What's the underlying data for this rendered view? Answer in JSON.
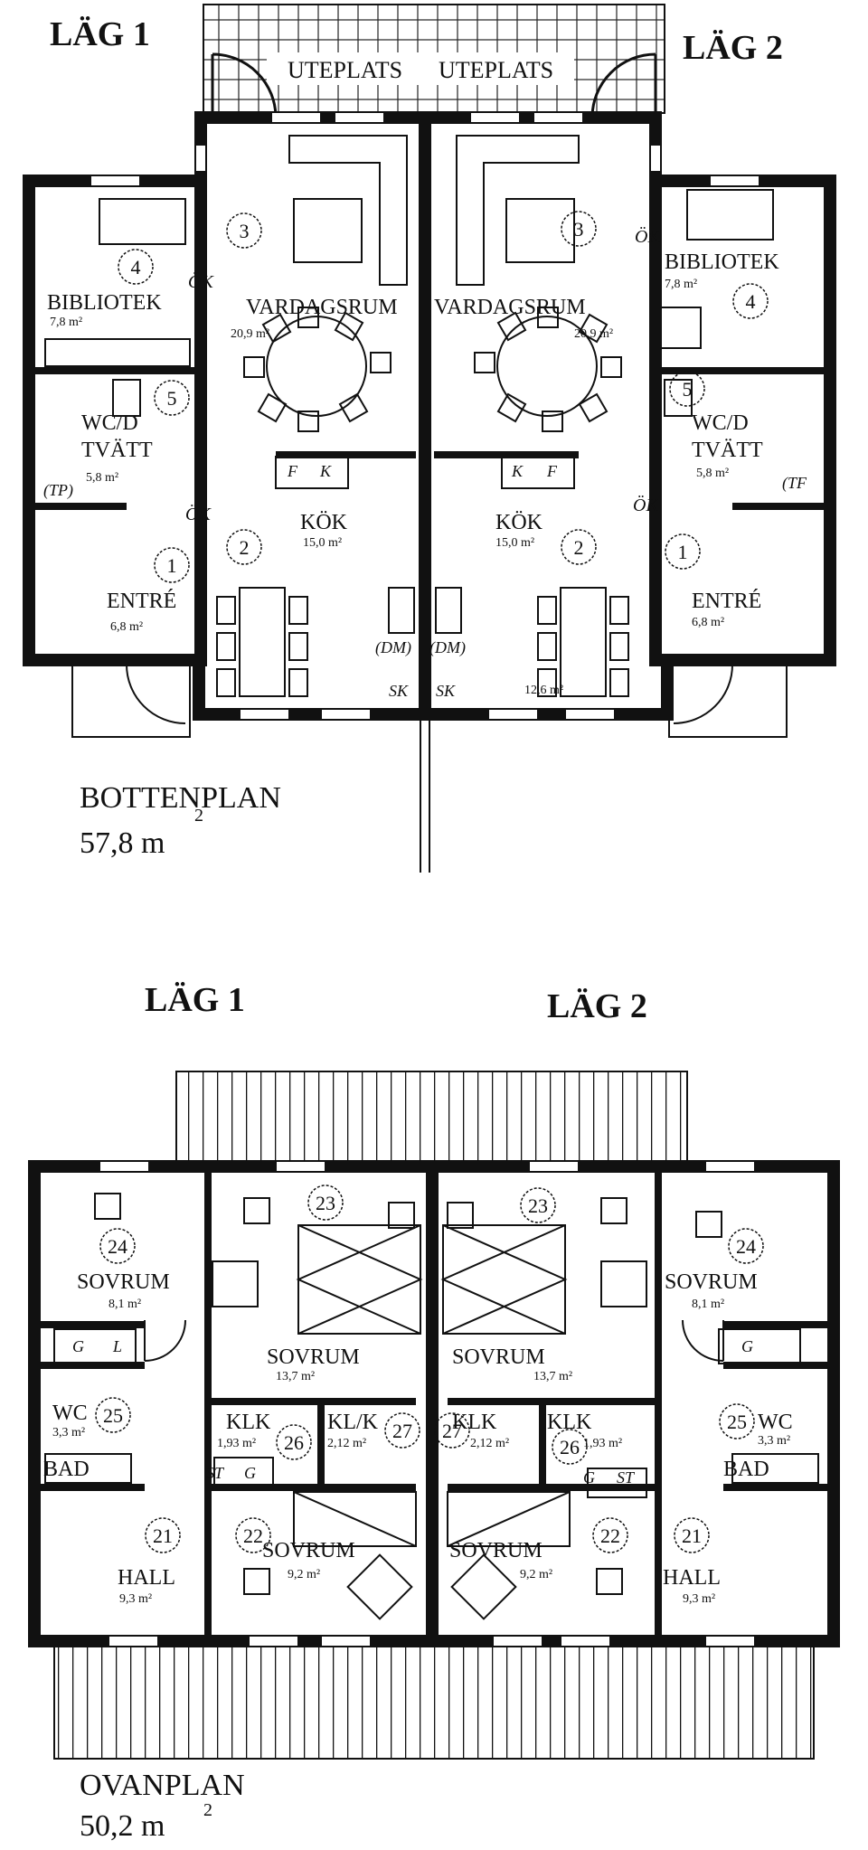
{
  "units": {
    "left": "LÄG 1",
    "right": "LÄG 2"
  },
  "ground": {
    "title": "BOTTENPLAN",
    "area": "57,8 m",
    "area_sup": "2",
    "terrace_left": "UTEPLATS",
    "terrace_right": "UTEPLATS",
    "rooms": {
      "bibliotek": {
        "name": "BIBLIOTEK",
        "area": "7,8 m²",
        "num": "4"
      },
      "vardagsrum": {
        "name": "VARDAGSRUM",
        "area": "20,9 m²",
        "num": "3"
      },
      "wc": {
        "name": "WC/D",
        "name2": "TVÄTT",
        "area": "5,8 m²",
        "num": "5"
      },
      "kok": {
        "name": "KÖK",
        "area": "15,0 m²",
        "num": "2"
      },
      "entre": {
        "name": "ENTRÉ",
        "area": "6,8 m²",
        "num": "1"
      }
    },
    "ok": "ÖK",
    "tp": "(TP)",
    "tp_cut": "(TF",
    "dm_left": "(DM)",
    "dm_right": "(DM)",
    "sk": "SK",
    "f": "F",
    "k": "K",
    "extra_area": "12,6 m²"
  },
  "upper": {
    "title": "OVANPLAN",
    "area": "50,2 m",
    "area_sup": "2",
    "sovrum_corner": {
      "name": "SOVRUM",
      "area": "8,1 m²",
      "num": "24"
    },
    "sovrum_big": {
      "name": "SOVRUM",
      "area": "13,7 m²",
      "num": "23"
    },
    "wc": {
      "name": "WC",
      "area": "3,3 m²",
      "num": "25"
    },
    "bad": "BAD",
    "klk_a": {
      "name": "KLK",
      "area": "1,93 m²",
      "num": "26"
    },
    "klk_b": {
      "name": "KL/K",
      "name_r": "KLK",
      "area": "2,12 m²",
      "num": "27"
    },
    "sovrum_small": {
      "name": "SOVRUM",
      "area": "9,2 m²",
      "num": "22"
    },
    "hall": {
      "name": "HALL",
      "area": "9,3 m²",
      "num": "21"
    },
    "g": "G",
    "l": "L",
    "st": "ST"
  }
}
